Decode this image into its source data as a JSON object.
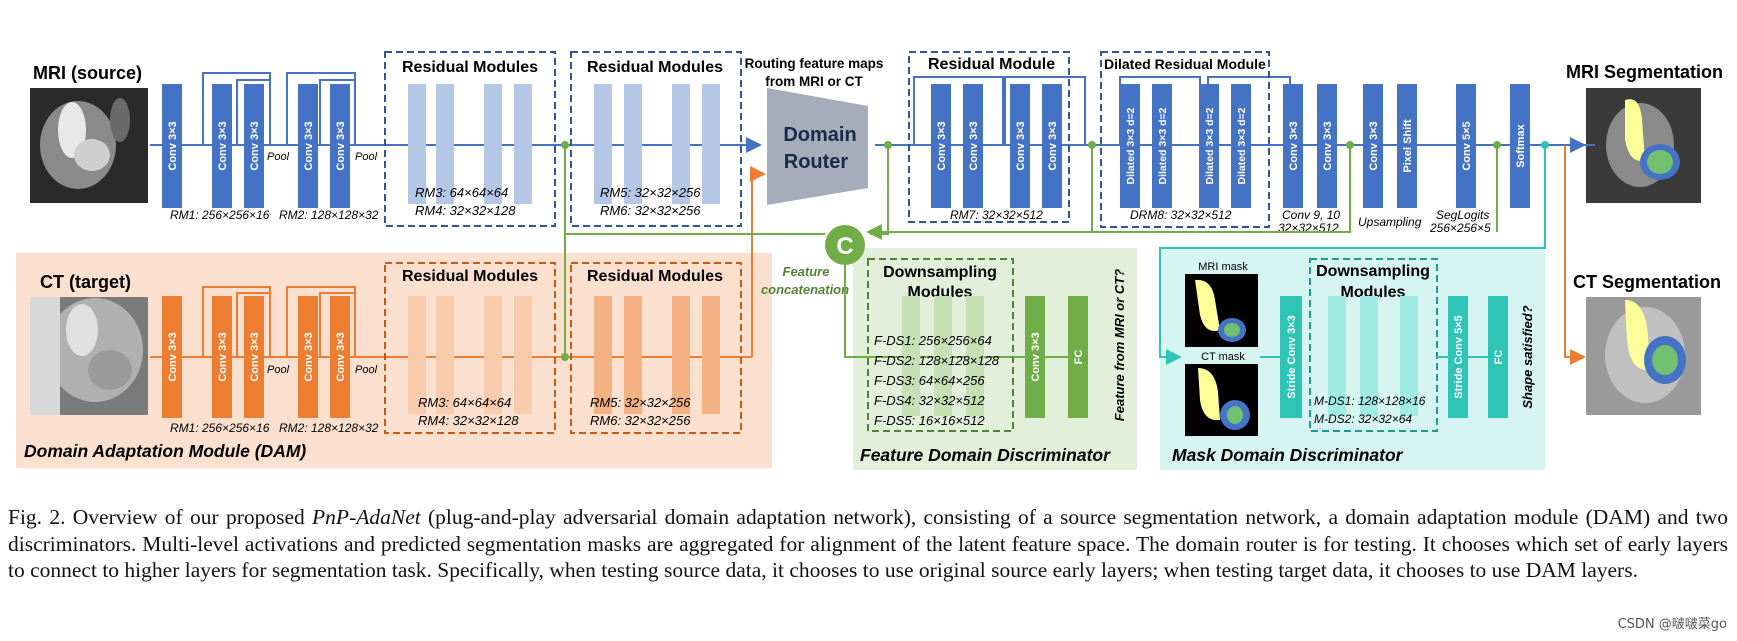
{
  "labels": {
    "mri_source": "MRI (source)",
    "ct_target": "CT (target)",
    "mri_segmentation": "MRI Segmentation",
    "ct_segmentation": "CT Segmentation",
    "dam": "Domain Adaptation Module (DAM)",
    "residual_modules": "Residual Modules",
    "residual_module": "Residual Module",
    "dilated_residual_module": "Dilated Residual Module",
    "routing_line1": "Routing feature maps",
    "routing_line2": "from MRI or CT",
    "domain_router_1": "Domain",
    "domain_router_2": "Router",
    "concat_symbol": "C",
    "feature_concat_1": "Feature",
    "feature_concat_2": "concatenation",
    "downsampling_1": "Downsampling",
    "downsampling_2": "Modules",
    "feature_disc": "Feature Domain Discriminator",
    "mask_disc": "Mask Domain Discriminator",
    "feature_from": "Feature from MRI or CT?",
    "shape_satisfied": "Shape satisfied?",
    "mri_mask": "MRI mask",
    "ct_mask": "CT mask",
    "pool": "Pool"
  },
  "blocks": {
    "conv3": "Conv 3×3",
    "dilated": "Dilated 3×3 d=2",
    "pixel_shift": "Pixel Shift",
    "conv5": "Conv 5×5",
    "softmax": "Softmax",
    "stride_conv3": "Stride Conv 3×3",
    "stride_conv5": "Stride Conv 5×5",
    "fc": "FC"
  },
  "sizes": {
    "rm1": "RM1: 256×256×16",
    "rm2": "RM2: 128×128×32",
    "rm3": "RM3: 64×64×64",
    "rm4": "RM4: 32×32×128",
    "rm5": "RM5: 32×32×256",
    "rm6": "RM6: 32×32×256",
    "rm7": "RM7: 32×32×512",
    "drm8": "DRM8: 32×32×512",
    "conv910_1": "Conv 9, 10",
    "conv910_2": "32×32×512",
    "upsampling": "Upsampling",
    "seglogits_1": "SegLogits",
    "seglogits_2": "256×256×5",
    "fds1": "F-DS1: 256×256×64",
    "fds2": "F-DS2: 128×128×128",
    "fds3": "F-DS3: 64×64×256",
    "fds4": "F-DS4: 32×32×512",
    "fds5": "F-DS5: 16×16×512",
    "mds1": "M-DS1: 128×128×16",
    "mds2": "M-DS2: 32×32×64"
  },
  "colors": {
    "blue": "#4472c4",
    "light_blue": "#b4c7e7",
    "orange": "#ed7d31",
    "light_orange": "#f4b183",
    "green": "#70ad47",
    "light_green": "#c5e0b4",
    "teal": "#2ec4b6",
    "light_teal": "#a0ebe3",
    "router": "#a5adba",
    "dam_bg": "#fbe0cf",
    "fdd_bg": "#e2efda",
    "mdd_bg": "#d6f5f2"
  },
  "caption": {
    "prefix": "Fig. 2.  Overview of our proposed ",
    "name": "PnP-AdaNet",
    "rest": " (plug-and-play adversarial domain adaptation network), consisting of a source segmentation network, a domain adaptation module (DAM) and two discriminators. Multi-level activations and predicted segmentation masks are aggregated for alignment of the latent feature space. The domain router is for testing. It chooses which set of early layers to connect to higher layers for segmentation task. Specifically, when testing source data, it chooses to use original source early layers; when testing target data, it chooses to use DAM layers."
  },
  "watermark": "CSDN @啵啵菜go"
}
